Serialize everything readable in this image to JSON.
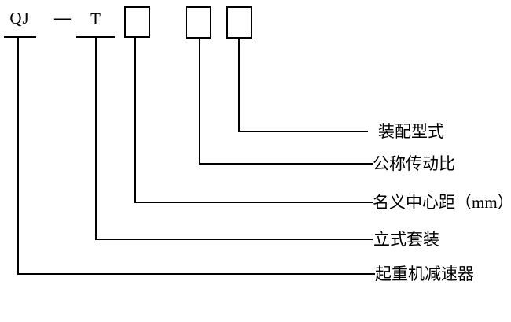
{
  "code": {
    "prefix": "QJ",
    "separator": "—",
    "type_code": "T"
  },
  "legend": [
    {
      "label": "装配型式"
    },
    {
      "label": "公称传动比"
    },
    {
      "label": "名义中心距（mm）"
    },
    {
      "label": "立式套装"
    },
    {
      "label": "起重机减速器"
    }
  ]
}
